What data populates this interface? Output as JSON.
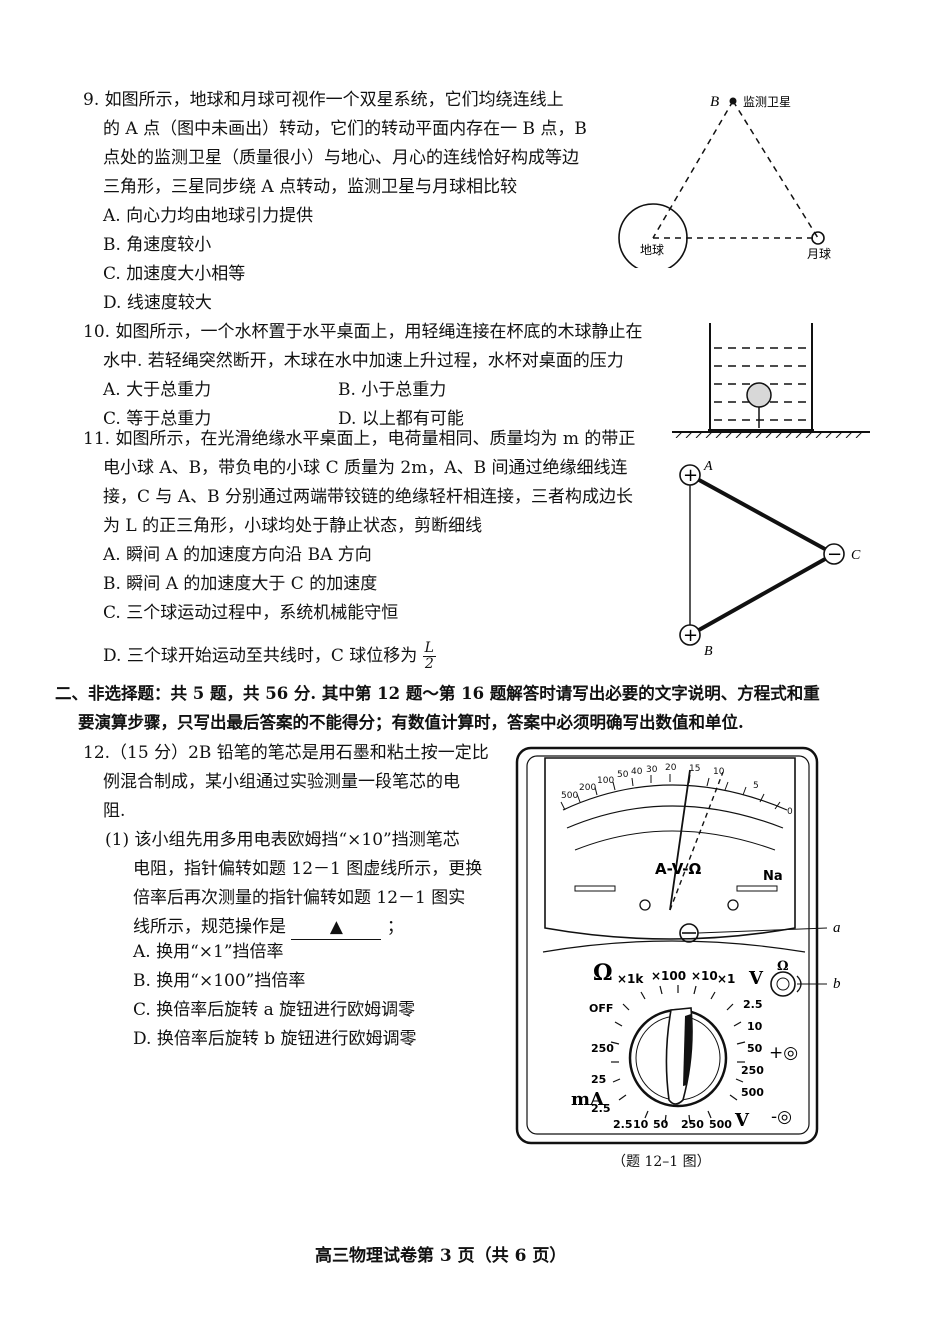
{
  "q9": {
    "lines": [
      "9. 如图所示，地球和月球可视作一个双星系统，它们均绕连线上",
      "的 A 点（图中未画出）转动，它们的转动平面内存在一 B 点，B",
      "点处的监测卫星（质量很小）与地心、月心的连线恰好构成等边",
      "三角形，三星同步绕 A 点转动，监测卫星与月球相比较"
    ],
    "options": [
      "A. 向心力均由地球引力提供",
      "B. 角速度较小",
      "C. 加速度大小相等",
      "D. 线速度较大"
    ],
    "figure": {
      "point_b": "B",
      "satellite": "监测卫星",
      "earth": "地球",
      "moon": "月球"
    }
  },
  "q10": {
    "lines": [
      "10. 如图所示，一个水杯置于水平桌面上，用轻绳连接在杯底的木球静止在",
      "水中. 若轻绳突然断开，木球在水中加速上升过程，水杯对桌面的压力"
    ],
    "options": [
      "A. 大于总重力",
      "B. 小于总重力",
      "C. 等于总重力",
      "D. 以上都有可能"
    ]
  },
  "q11": {
    "lines": [
      "11. 如图所示，在光滑绝缘水平桌面上，电荷量相同、质量均为 m 的带正",
      "电小球 A、B，带负电的小球 C 质量为 2m，A、B 间通过绝缘细线连",
      "接，C 与 A、B 分别通过两端带铰链的绝缘轻杆相连接，三者构成边长",
      "为 L 的正三角形，小球均处于静止状态，剪断细线"
    ],
    "options": [
      "A. 瞬间 A 的加速度方向沿 BA 方向",
      "B. 瞬间 A 的加速度大于 C 的加速度",
      "C. 三个球运动过程中，系统机械能守恒"
    ],
    "option_d": "D. 三个球开始运动至共线时，C 球位移为",
    "option_d_num": "L",
    "option_d_den": "2",
    "figure": {
      "a": "A",
      "b": "B",
      "c": "C",
      "plus": "+",
      "minus": "−"
    }
  },
  "section2": {
    "lines": [
      "二、非选择题：共 5 题，共 56 分. 其中第 12 题～第 16 题解答时请写出必要的文字说明、方程式和重",
      "要演算步骤，只写出最后答案的不能得分；有数值计算时，答案中必须明确写出数值和单位."
    ]
  },
  "q12": {
    "lines": [
      "12.（15 分）2B 铅笔的笔芯是用石墨和粘土按一定比",
      "例混合制成，某小组通过实验测量一段笔芯的电",
      "阻."
    ],
    "sub_lines": [
      "(1) 该小组先用多用电表欧姆挡“×10”挡测笔芯",
      "电阻，指针偏转如题 12－1 图虚线所示，更换",
      "倍率后再次测量的指针偏转如题 12－1 图实"
    ],
    "blank_prefix": "线所示，规范操作是",
    "blank_mark": "▲",
    "blank_suffix": "；",
    "options": [
      "A. 换用“×1”挡倍率",
      "B. 换用“×100”挡倍率",
      "C. 换倍率后旋转 a 旋钮进行欧姆调零",
      "D. 换倍率后旋转 b 旋钮进行欧姆调零"
    ],
    "caption": "（题 12–1 图）",
    "meter": {
      "ohm_scale": [
        "500",
        "200",
        "100",
        "50",
        "40",
        "30",
        "20",
        "15",
        "10",
        "5",
        "0"
      ],
      "label_center": "A-V-Ω",
      "label_na": "Na",
      "knob_a": "a",
      "knob_b": "b",
      "ohm_symbol": "Ω",
      "ranges_top": [
        "×1k",
        "×100",
        "×10",
        "×1"
      ],
      "off": "OFF",
      "left_ranges": [
        "250",
        "25",
        "2.5"
      ],
      "right_ranges": [
        "2.5",
        "10",
        "50",
        "250",
        "500"
      ],
      "bottom_ranges": [
        "2.5",
        "10",
        "50",
        "250",
        "500"
      ],
      "ma": "mA",
      "v": "V",
      "v_tilde": "V",
      "plus_jack": "+◎",
      "minus_jack": "-◎"
    }
  },
  "footer": "高三物理试卷第 3 页（共 6 页）"
}
